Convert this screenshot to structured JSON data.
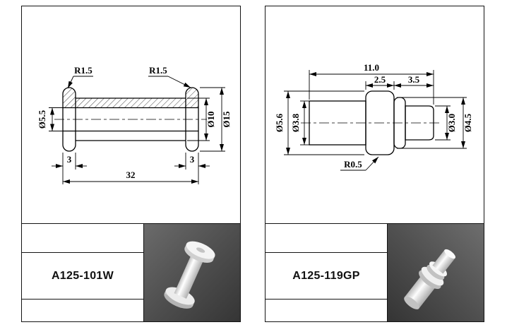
{
  "panels": [
    {
      "part_number": "A125-101W",
      "dims": {
        "r_left": "R1.5",
        "r_right": "R1.5",
        "hole_dia": "Ø5.5",
        "body_dia": "Ø10",
        "flange_dia": "Ø15",
        "flange_w_left": "3",
        "flange_w_right": "3",
        "overall_len": "32"
      }
    },
    {
      "part_number": "A125-119GP",
      "dims": {
        "overall_len": "11.0",
        "collar_len": "2.5",
        "tip_len": "3.5",
        "collar_dia": "Ø5.6",
        "body_dia": "Ø3.8",
        "tip_dia": "Ø3.0",
        "ring_dia": "Ø4.5",
        "fillet_r": "R0.5"
      }
    }
  ],
  "colors": {
    "drawing_line": "#000000",
    "render_bg_light": "#6b6b6b",
    "render_bg_dark": "#353535",
    "part_color": "#f4f4f4"
  }
}
